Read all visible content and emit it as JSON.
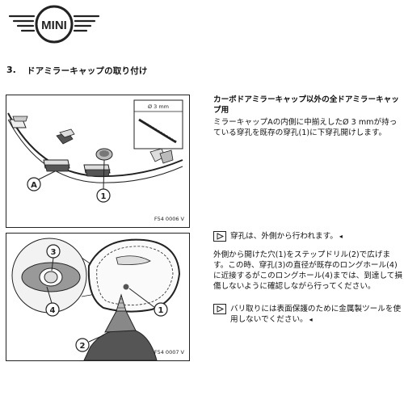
{
  "brand": {
    "logo_text": "MINI"
  },
  "section": {
    "number": "3.",
    "title": "ドアミラーキャップの取り付け"
  },
  "figure1": {
    "code": "F54 0006 V",
    "drill_size": "Ø 3 mm",
    "callouts": {
      "a": "A",
      "one": "1"
    }
  },
  "figure2": {
    "code": "F54 0007 V",
    "callouts": {
      "three": "3",
      "four": "4",
      "one": "1",
      "two": "2"
    }
  },
  "instructions": {
    "heading": "カーボドアミラーキャップ以外の全ドアミラーキャップ用",
    "para1": "ミラーキャップAの内側に中揃えしたØ 3 mmが持っている穿孔を既存の穿孔(1)に下穿孔開けします。",
    "note1": "穿孔は、外側から行われます。",
    "para2": "外側から開けた穴(1)をステップドリル(2)で広げます。この時、穿孔(3)の直径が既存のロングホール(4)に近接するがこのロングホール(4)までは、到達して損傷しないように確認しながら行ってください。",
    "note2": "バリ取りには表面保護のために金属製ツールを使用しないでください。",
    "end_mark": "◂"
  },
  "colors": {
    "text": "#111111",
    "line": "#222222",
    "shade": "#555555"
  }
}
